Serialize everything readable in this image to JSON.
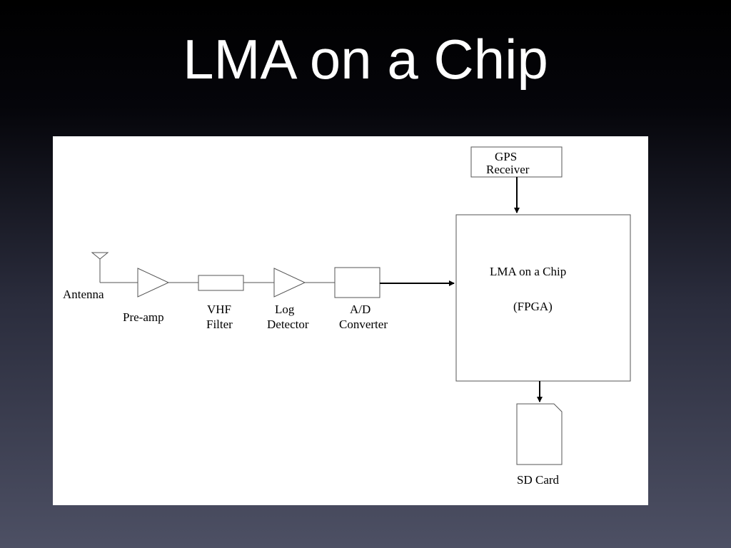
{
  "slide": {
    "title": "LMA on a Chip"
  },
  "diagram": {
    "gps": {
      "line1": "GPS",
      "line2": "Receiver"
    },
    "antenna": "Antenna",
    "preamp": "Pre-amp",
    "vhf_filter": {
      "line1": "VHF",
      "line2": "Filter"
    },
    "log_detector": {
      "line1": "Log",
      "line2": "Detector"
    },
    "ad_converter": {
      "line1": "A/D",
      "line2": "Converter"
    },
    "chip": {
      "line1": "LMA on a Chip",
      "line2": "(FPGA)"
    },
    "sd_card": "SD Card"
  }
}
